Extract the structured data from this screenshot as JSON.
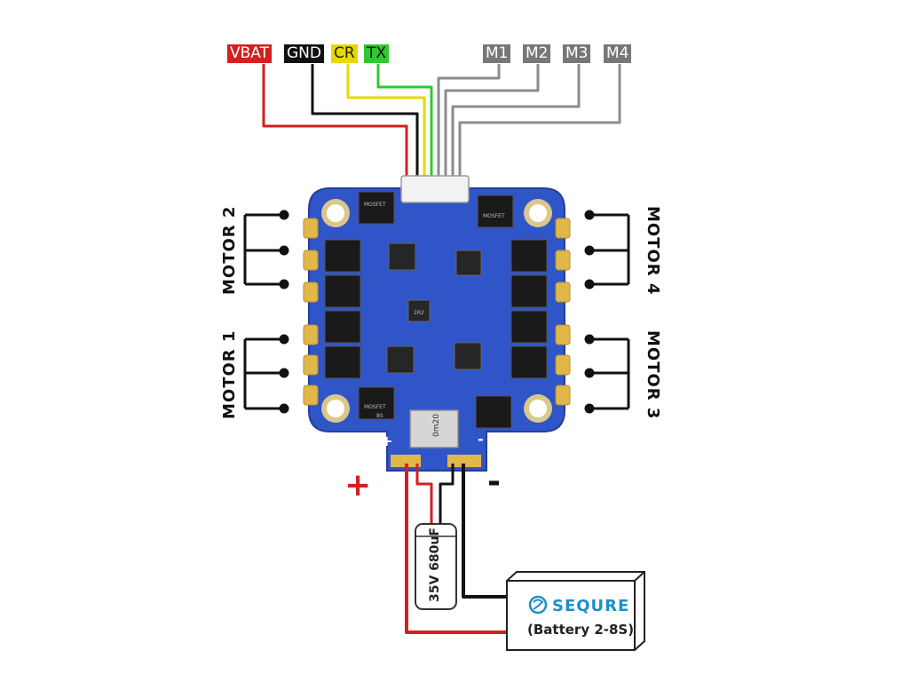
{
  "wire_labels": [
    {
      "id": "vbat",
      "text": "VBAT",
      "bg": "#d32020"
    },
    {
      "id": "gnd",
      "text": "GND",
      "bg": "#111111"
    },
    {
      "id": "cr",
      "text": "CR",
      "bg": "#e8d800"
    },
    {
      "id": "tx",
      "text": "TX",
      "bg": "#2fc92f"
    },
    {
      "id": "m1",
      "text": "M1",
      "bg": "#777777"
    },
    {
      "id": "m2",
      "text": "M2",
      "bg": "#777777"
    },
    {
      "id": "m3",
      "text": "M3",
      "bg": "#777777"
    },
    {
      "id": "m4",
      "text": "M4",
      "bg": "#777777"
    }
  ],
  "motors": {
    "motor1": "MOTOR 1",
    "motor2": "MOTOR 2",
    "motor3": "MOTOR 3",
    "motor4": "MOTOR 4"
  },
  "board": {
    "chip_labels": [
      "MOSFET",
      "8S",
      "0m20",
      "2R2"
    ],
    "pad_plus": "+",
    "pad_minus": "-"
  },
  "power": {
    "plus_sign": "+",
    "minus_sign": "-",
    "capacitor_label": "35V 680uF",
    "battery_brand": "SEQURE",
    "battery_label": "(Battery 2-8S)"
  },
  "colors": {
    "vbat_wire": "#d32020",
    "gnd_wire": "#111111",
    "cr_wire": "#e8d800",
    "tx_wire": "#2fc92f",
    "signal_wire": "#8c8c8c",
    "board": "#2f55c9",
    "battery_brand": "#1f8fc8"
  }
}
